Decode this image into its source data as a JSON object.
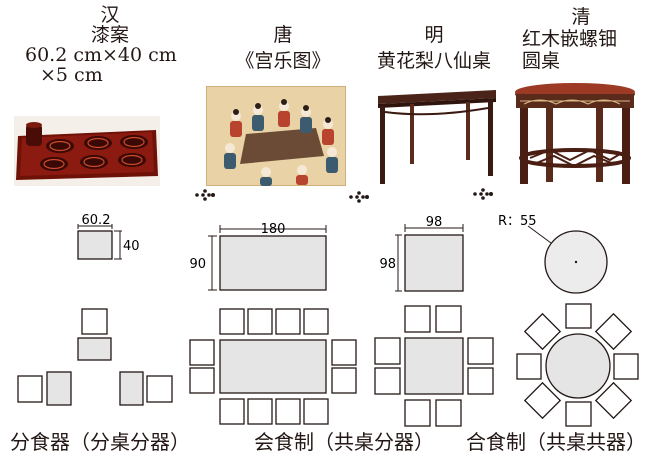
{
  "colors": {
    "ink": "#231815",
    "table_fill": "#e5e5e5",
    "lacquer": "#8b1a10",
    "wood": "#5a2a1a",
    "arrow": "#231815"
  },
  "eras": {
    "han": {
      "dynasty": "汉",
      "name": "漆案",
      "size1": "60.2 cm×40 cm",
      "size2": "×5 cm"
    },
    "tang": {
      "dynasty": "唐",
      "name": "《宫乐图》"
    },
    "ming": {
      "dynasty": "明",
      "name": "黄花梨八仙桌"
    },
    "qing": {
      "dynasty": "清",
      "name1": "红木嵌螺钿",
      "name2": "圆桌"
    }
  },
  "dimensions": {
    "han_w": "60.2",
    "han_h": "40",
    "tang_w": "180",
    "tang_h": "90",
    "ming_w": "98",
    "ming_h": "98",
    "qing_r": "R：55"
  },
  "captions": {
    "han": "分食器（分桌分器）",
    "tang": "会食制（共桌分器）",
    "ming_qing": "合食制（共桌共器）"
  },
  "icons": {
    "photo_han": "lacquer-tray-photo",
    "photo_tang": "palace-music-painting",
    "photo_ming": "square-table-photo",
    "photo_qing": "round-table-photo",
    "arrow": "dotted-arrow-icon"
  }
}
